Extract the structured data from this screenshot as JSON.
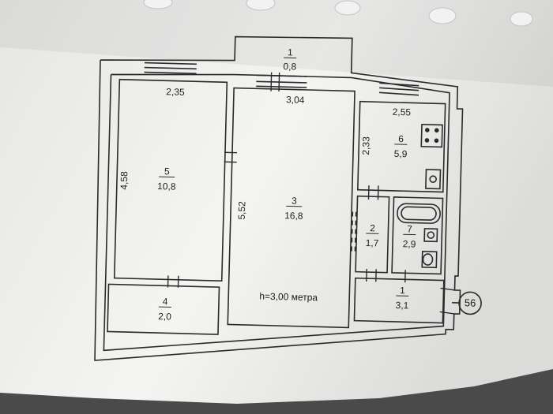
{
  "plan": {
    "apartment_number": "56",
    "ceiling_height": "h=3,00 метра",
    "rooms": [
      {
        "id": "balcony",
        "number": "1",
        "area": "0,8"
      },
      {
        "id": "room5",
        "number": "5",
        "area": "10,8"
      },
      {
        "id": "room3",
        "number": "3",
        "area": "16,8"
      },
      {
        "id": "kitchen",
        "number": "6",
        "area": "5,9"
      },
      {
        "id": "corridor",
        "number": "2",
        "area": "1,7"
      },
      {
        "id": "bathroom",
        "number": "7",
        "area": "2,9"
      },
      {
        "id": "storage",
        "number": "4",
        "area": "2,0"
      },
      {
        "id": "hall",
        "number": "1",
        "area": "3,1"
      }
    ],
    "dimensions": [
      {
        "id": "room5-width",
        "value": "2,35"
      },
      {
        "id": "room5-length",
        "value": "4,58"
      },
      {
        "id": "room3-width",
        "value": "3,04"
      },
      {
        "id": "room3-length",
        "value": "5,52"
      },
      {
        "id": "kitchen-width",
        "value": "2,55"
      },
      {
        "id": "kitchen-length",
        "value": "2,33"
      }
    ]
  },
  "colors": {
    "background": "#4a4a4a",
    "paper": "#f3f3f1",
    "paper_shadow": "#c9c9c7",
    "line": "#2a2a2a"
  }
}
